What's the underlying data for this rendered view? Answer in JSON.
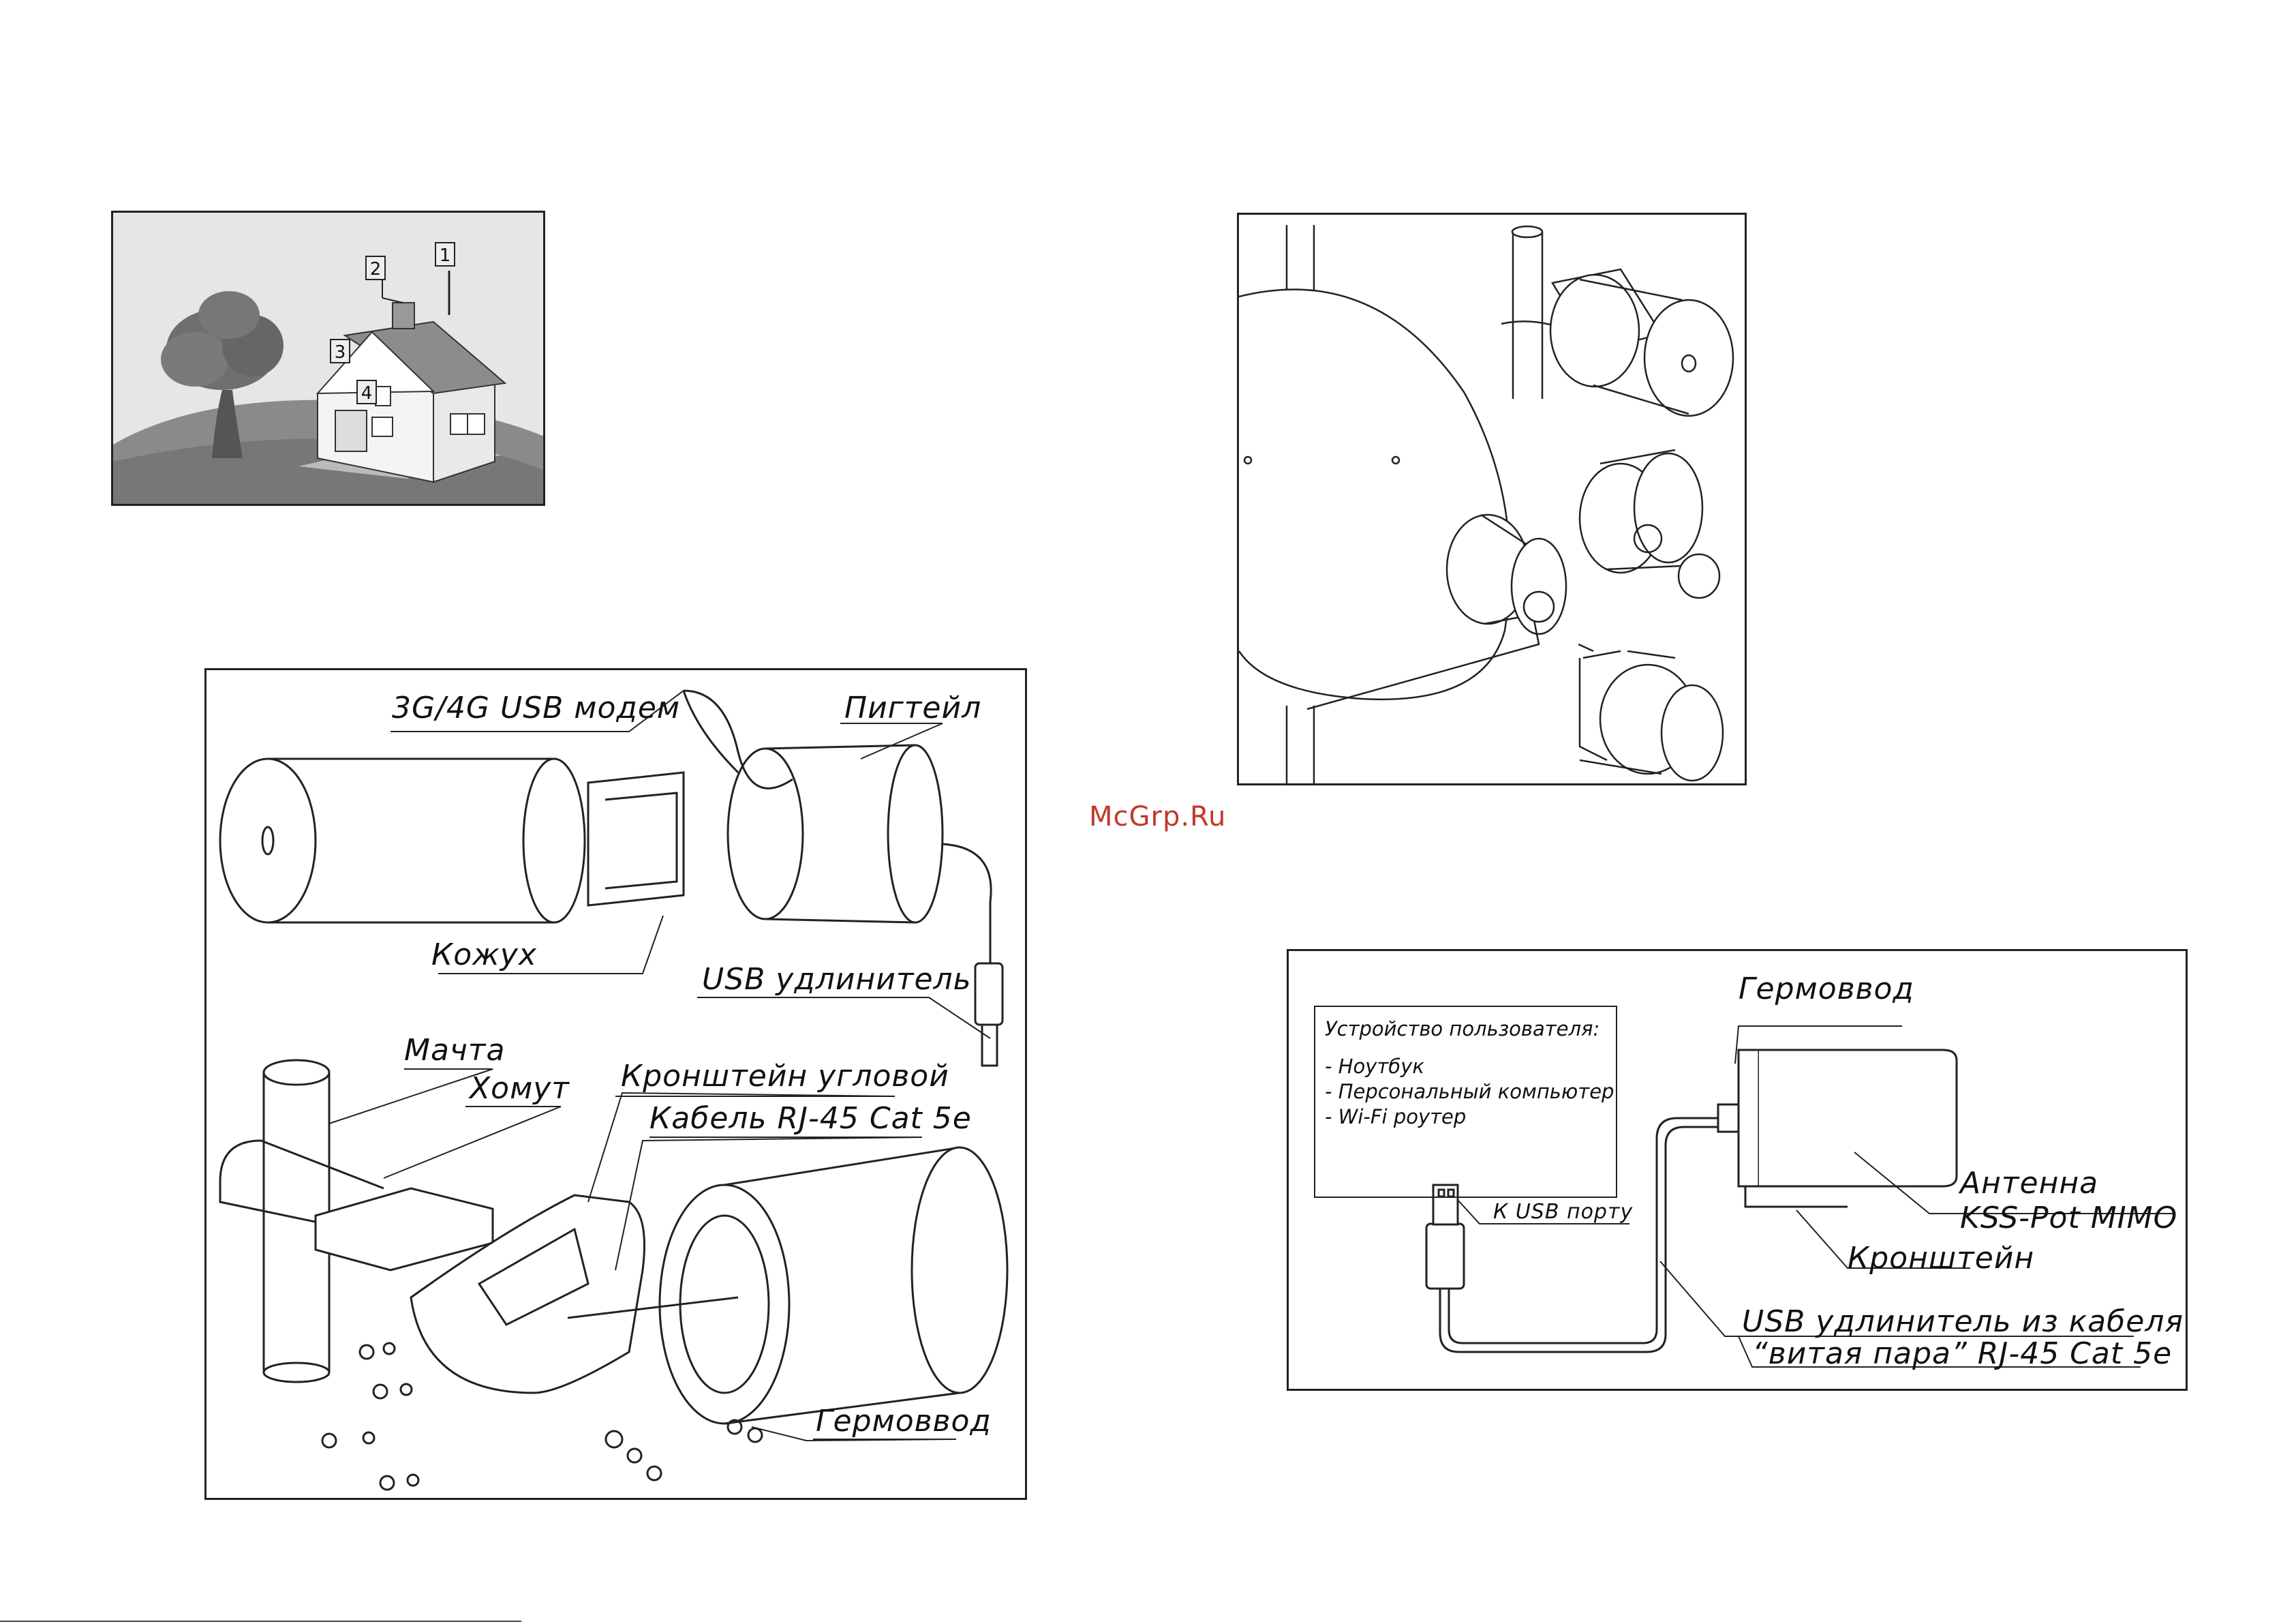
{
  "scene_panel": {
    "markers": [
      "1",
      "2",
      "3",
      "4"
    ]
  },
  "exploded_panel": {
    "labels": {
      "modem": "3G/4G USB модем",
      "pigtail": "Пигтейл",
      "housing": "Кожух",
      "usb_extender": "USB удлинитель",
      "mast": "Мачта",
      "clamp": "Хомут",
      "angle_bracket": "Кронштейн угловой",
      "cable": "Кабель RJ-45 Cat 5e",
      "gland": "Гермоввод"
    }
  },
  "mount_panel": {},
  "watermark": "McGrp.Ru",
  "connection_panel": {
    "user_device": {
      "title": "Устройство пользователя:",
      "items": [
        "- Ноутбук",
        "- Персональный компьютер",
        "- Wi-Fi роутер"
      ]
    },
    "labels": {
      "gland": "Гермоввод",
      "antenna_line1": "Антенна",
      "antenna_line2": "KSS-Pot MIMO",
      "bracket": "Кронштейн",
      "usb_port": "К USB порту",
      "extender_line1": "USB удлинитель из кабеля",
      "extender_line2": "“витая пара” RJ-45 Cat 5e"
    }
  }
}
